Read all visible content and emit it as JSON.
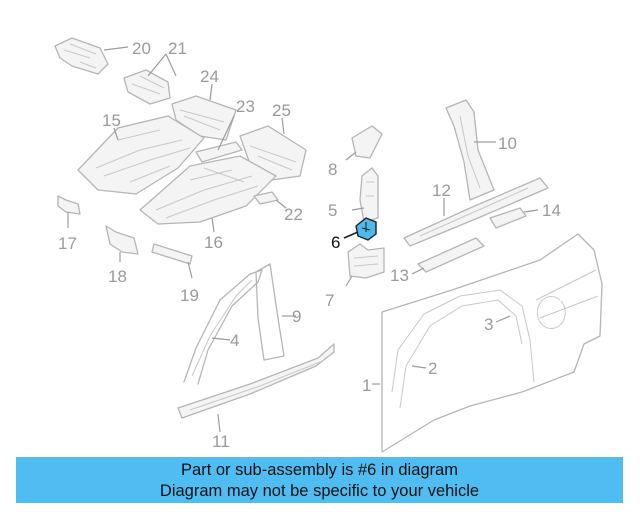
{
  "callouts": {
    "c1": "1",
    "c2": "2",
    "c3": "3",
    "c4": "4",
    "c5": "5",
    "c6": "6",
    "c7": "7",
    "c8": "8",
    "c9": "9",
    "c10": "10",
    "c11": "11",
    "c12": "12",
    "c13": "13",
    "c14": "14",
    "c15": "15",
    "c16": "16",
    "c17": "17",
    "c18": "18",
    "c19": "19",
    "c20": "20",
    "c21": "21",
    "c22": "22",
    "c23": "23",
    "c24": "24",
    "c25": "25"
  },
  "highlight_color": "#4fb9ea",
  "banner": {
    "line1": "Part or sub-assembly is #6 in diagram",
    "line2": "Diagram may not be specific to your vehicle",
    "background": "#4fbdf2"
  }
}
